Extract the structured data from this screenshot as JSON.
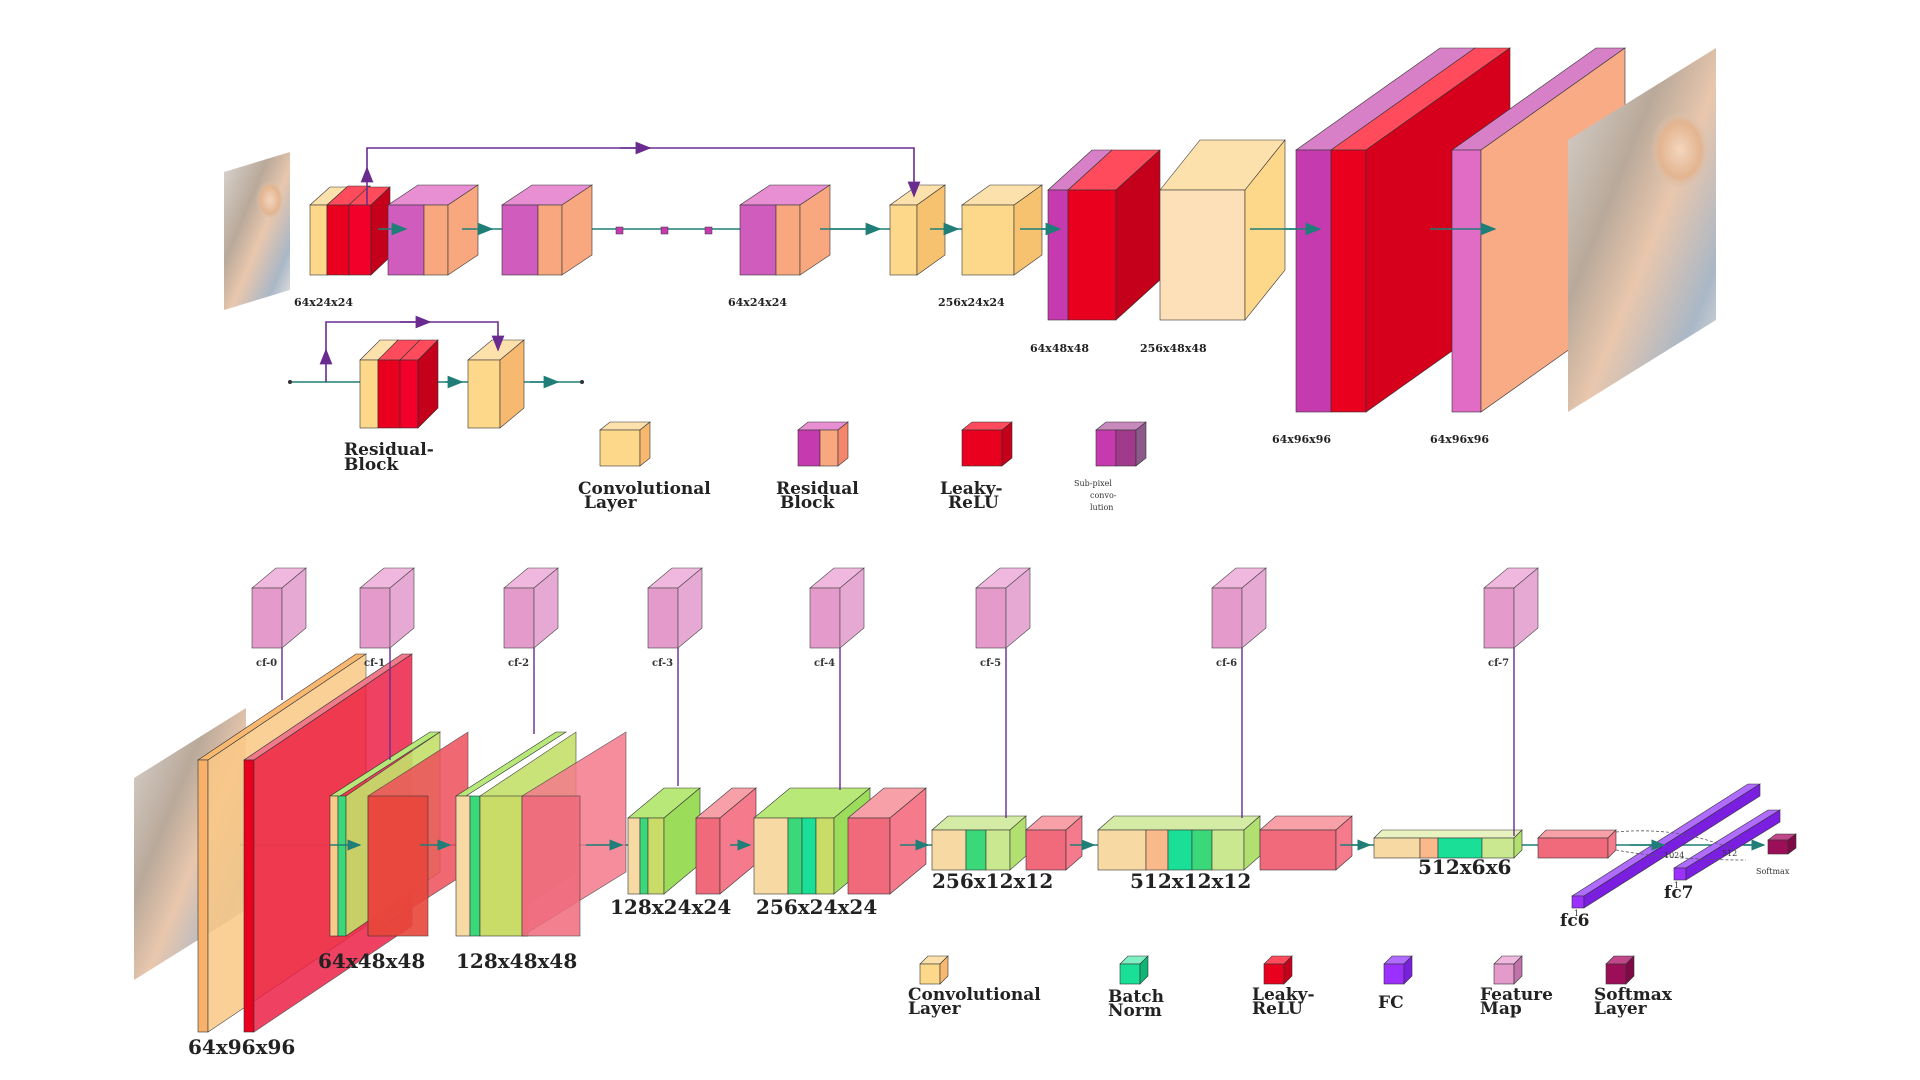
{
  "colors": {
    "conv": "#fdd78a",
    "conv_alt": "#f9b98a",
    "residual": "#c63ab0",
    "residual_right": "#f8a77e",
    "leaky": "#e8001e",
    "subpixel": "#a23a8c",
    "batchnorm": "#19e096",
    "fc": "#9b30ff",
    "feature_map": "#e49acb",
    "softmax": "#9c0f58",
    "arrow_teal": "#1f7f78",
    "arrow_purple": "#6a2b8f"
  },
  "generator": {
    "labels": {
      "l64x24x24_a": "64x24x24",
      "l64x24x24_b": "64x24x24",
      "l256x24x24": "256x24x24",
      "l64x48x48": "64x48x48",
      "l256x48x48": "256x48x48",
      "l64x96x96_a": "64x96x96",
      "l64x96x96_b": "64x96x96"
    },
    "residual_block_label": [
      "Residual-",
      "Block"
    ],
    "legend": [
      {
        "icon": "conv-layer-icon",
        "lines": [
          "Convolutional",
          "Layer"
        ]
      },
      {
        "icon": "residual-block-icon",
        "lines": [
          "Residual",
          "Block"
        ]
      },
      {
        "icon": "leaky-relu-icon",
        "lines": [
          "Leaky-",
          "ReLU"
        ]
      },
      {
        "icon": "subpixel-conv-icon",
        "lines": [
          "Sub-pixel",
          "convo-",
          "lution"
        ]
      }
    ]
  },
  "discriminator": {
    "feature_maps": [
      "cf-0",
      "cf-1",
      "cf-2",
      "cf-3",
      "cf-4",
      "cf-5",
      "cf-6",
      "cf-7"
    ],
    "labels": {
      "l64x96x96": "64x96x96",
      "l64x48x48": "64x48x48",
      "l128x48x48": "128x48x48",
      "l128x24x24": "128x24x24",
      "l256x24x24": "256x24x24",
      "l256x12x12": "256x12x12",
      "l512x12x12": "512x12x12",
      "l512x6x6": "512x6x6",
      "fc6": "fc6",
      "fc7": "fc7",
      "softmax": "Softmax",
      "fc6_dim": "1",
      "fc6_dim2": "1024",
      "fc7_dim": "1",
      "fc7_dim2": "512"
    },
    "legend": [
      {
        "icon": "conv-layer-icon",
        "lines": [
          "Convolutional",
          "Layer"
        ]
      },
      {
        "icon": "batch-norm-icon",
        "lines": [
          "Batch",
          "Norm"
        ]
      },
      {
        "icon": "leaky-relu-icon",
        "lines": [
          "Leaky-",
          "ReLU"
        ]
      },
      {
        "icon": "fc-icon",
        "lines": [
          "FC"
        ]
      },
      {
        "icon": "feature-map-icon",
        "lines": [
          "Feature",
          "Map"
        ]
      },
      {
        "icon": "softmax-layer-icon",
        "lines": [
          "Softmax",
          "Layer"
        ]
      }
    ]
  }
}
